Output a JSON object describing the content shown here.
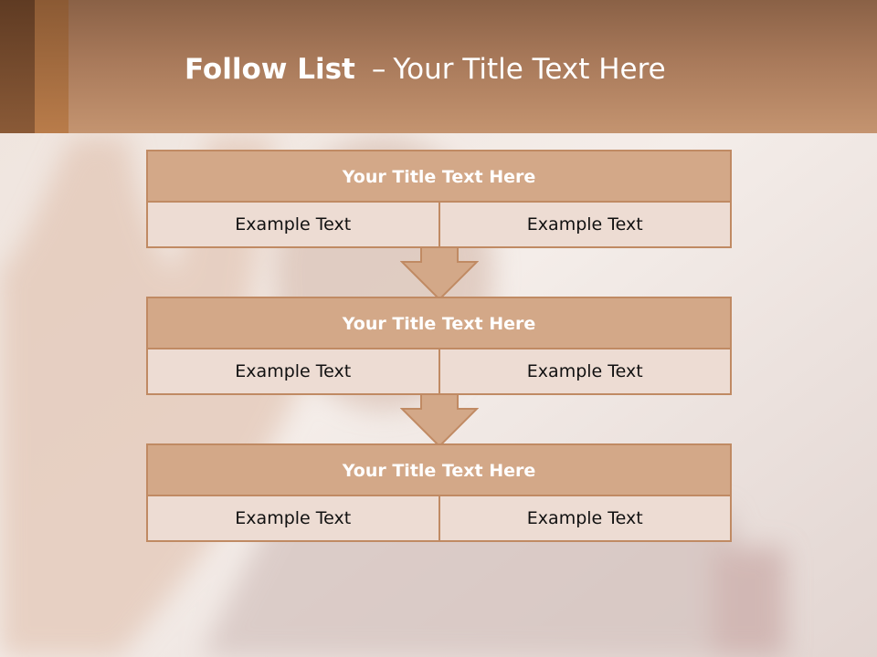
{
  "slide": {
    "title_bold": "Follow List",
    "title_separator": "–",
    "title_rest": "Your Title Text Here"
  },
  "blocks": [
    {
      "title": "Your Title Text Here",
      "cells": [
        "Example Text",
        "Example Text"
      ]
    },
    {
      "title": "Your Title Text Here",
      "cells": [
        "Example Text",
        "Example Text"
      ]
    },
    {
      "title": "Your Title Text Here",
      "cells": [
        "Example Text",
        "Example Text"
      ]
    }
  ],
  "colors": {
    "header": "#a8795a",
    "block_title": "#d3a888",
    "block_body": "#eddcd3",
    "border": "#c08a63"
  },
  "icons": {
    "connector": "down-arrow-icon",
    "background": "raised-hand-photo"
  }
}
